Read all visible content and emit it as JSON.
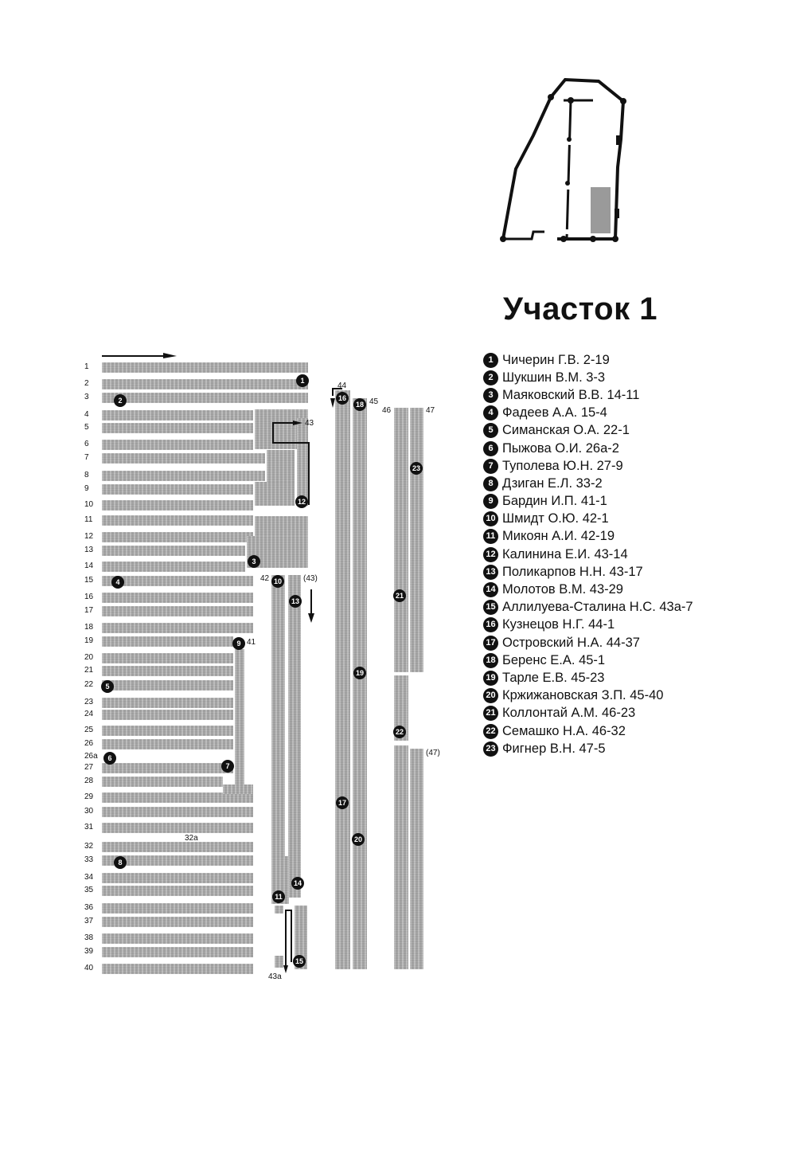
{
  "title": "Участок 1",
  "legend": [
    {
      "num": "1",
      "text": "Чичерин Г.В. 2-19"
    },
    {
      "num": "2",
      "text": "Шукшин В.М. 3-3"
    },
    {
      "num": "3",
      "text": "Маяковский В.В. 14-11"
    },
    {
      "num": "4",
      "text": "Фадеев А.А. 15-4"
    },
    {
      "num": "5",
      "text": "Симанская О.А. 22-1"
    },
    {
      "num": "6",
      "text": "Пыжова О.И. 26а-2"
    },
    {
      "num": "7",
      "text": "Туполева Ю.Н. 27-9"
    },
    {
      "num": "8",
      "text": "Дзиган Е.Л. 33-2"
    },
    {
      "num": "9",
      "text": "Бардин И.П. 41-1"
    },
    {
      "num": "10",
      "text": "Шмидт О.Ю. 42-1"
    },
    {
      "num": "11",
      "text": "Микоян А.И. 42-19"
    },
    {
      "num": "12",
      "text": "Калинина Е.И. 43-14"
    },
    {
      "num": "13",
      "text": "Поликарпов Н.Н. 43-17"
    },
    {
      "num": "14",
      "text": "Молотов В.М. 43-29"
    },
    {
      "num": "15",
      "text": "Аллилуева-Сталина Н.С. 43а-7"
    },
    {
      "num": "16",
      "text": "Кузнецов Н.Г. 44-1"
    },
    {
      "num": "17",
      "text": "Островский Н.А. 44-37"
    },
    {
      "num": "18",
      "text": "Беренс Е.А. 45-1"
    },
    {
      "num": "19",
      "text": "Тарле Е.В. 45-23"
    },
    {
      "num": "20",
      "text": "Кржижановская З.П. 45-40"
    },
    {
      "num": "21",
      "text": "Коллонтай А.М. 46-23"
    },
    {
      "num": "22",
      "text": "Семашко Н.А. 46-32"
    },
    {
      "num": "23",
      "text": "Фигнер В.Н. 47-5"
    }
  ],
  "row_labels": [
    "1",
    "2",
    "3",
    "4",
    "5",
    "6",
    "7",
    "8",
    "9",
    "10",
    "11",
    "12",
    "13",
    "14",
    "15",
    "16",
    "17",
    "18",
    "19",
    "20",
    "21",
    "22",
    "23",
    "24",
    "25",
    "26",
    "26а",
    "27",
    "28",
    "29",
    "30",
    "31",
    "32",
    "33",
    "34",
    "35",
    "36",
    "37",
    "38",
    "39",
    "40"
  ],
  "column_labels": {
    "c41": "41",
    "c42": "42",
    "c43": "43",
    "c43p": "(43)",
    "c43a": "43а",
    "c44": "44",
    "c45": "45",
    "c46": "46",
    "c47": "47",
    "c47p": "(47)",
    "r32a": "32а"
  }
}
